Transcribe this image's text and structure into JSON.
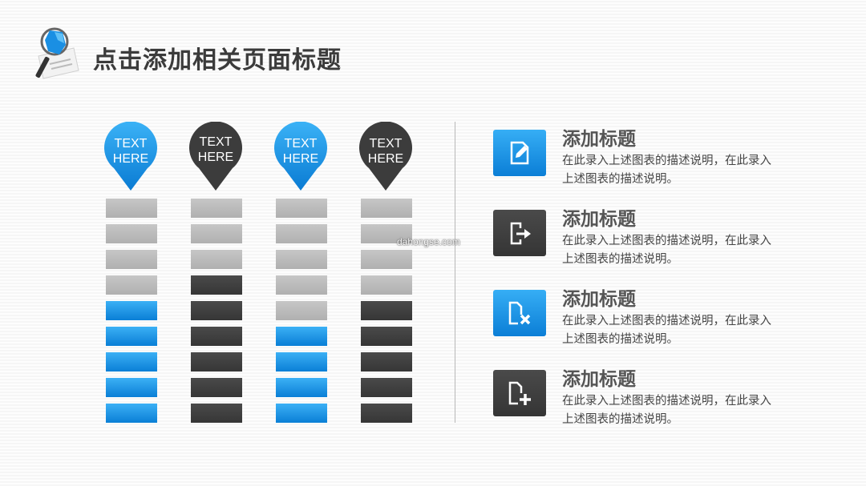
{
  "header": {
    "title": "点击添加相关页面标题"
  },
  "columns": [
    {
      "pin_line1": "TEXT",
      "pin_line2": "HERE",
      "pin_color": "#1a8fe3",
      "bars": [
        "gray",
        "gray",
        "gray",
        "gray",
        "blue",
        "blue",
        "blue",
        "blue",
        "blue"
      ]
    },
    {
      "pin_line1": "TEXT",
      "pin_line2": "HERE",
      "pin_color": "#3c3c3c",
      "bars": [
        "gray",
        "gray",
        "gray",
        "dark",
        "dark",
        "dark",
        "dark",
        "dark",
        "dark"
      ]
    },
    {
      "pin_line1": "TEXT",
      "pin_line2": "HERE",
      "pin_color": "#1a8fe3",
      "bars": [
        "gray",
        "gray",
        "gray",
        "gray",
        "gray",
        "blue",
        "blue",
        "blue",
        "blue"
      ]
    },
    {
      "pin_line1": "TEXT",
      "pin_line2": "HERE",
      "pin_color": "#3c3c3c",
      "bars": [
        "gray",
        "gray",
        "gray",
        "gray",
        "dark",
        "dark",
        "dark",
        "dark",
        "dark"
      ]
    }
  ],
  "items": [
    {
      "title": "添加标题",
      "desc": "在此录入上述图表的描述说明，在此录入上述图表的描述说明。",
      "icon": "edit-document-icon",
      "color": "blue"
    },
    {
      "title": "添加标题",
      "desc": "在此录入上述图表的描述说明，在此录入上述图表的描述说明。",
      "icon": "export-document-icon",
      "color": "dark"
    },
    {
      "title": "添加标题",
      "desc": "在此录入上述图表的描述说明，在此录入上述图表的描述说明。",
      "icon": "delete-document-icon",
      "color": "blue"
    },
    {
      "title": "添加标题",
      "desc": "在此录入上述图表的描述说明，在此录入上述图表的描述说明。",
      "icon": "add-document-icon",
      "color": "dark"
    }
  ],
  "watermark": "dahongse.com",
  "colors": {
    "accent_blue": "#1a8fe3",
    "dark": "#3c3c3c",
    "gray": "#bcbcbc"
  }
}
